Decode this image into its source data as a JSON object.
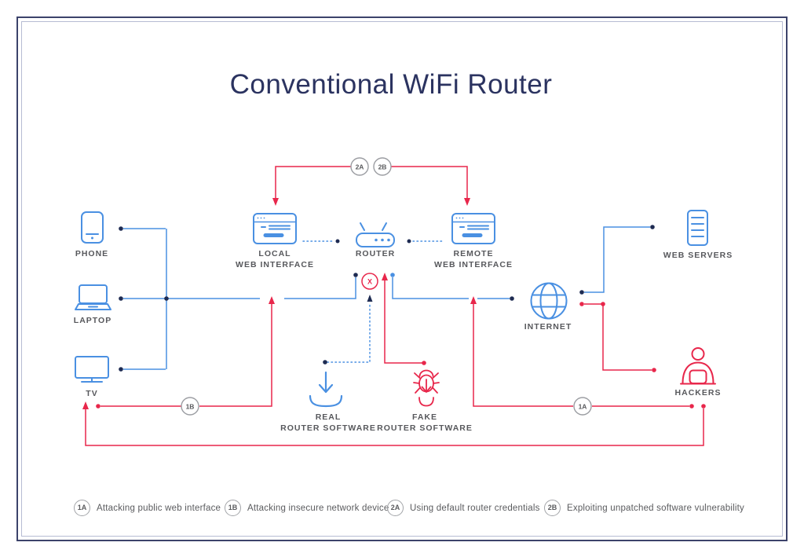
{
  "title": "Conventional WiFi Router",
  "colors": {
    "device_blue": "#4a90e2",
    "attack_red": "#e8274b",
    "dot_navy": "#1e2b52",
    "label_gray": "#57585c",
    "title_navy": "#2b3360",
    "border_navy": "#3c436b"
  },
  "nodes": {
    "phone": {
      "label": "PHONE"
    },
    "laptop": {
      "label": "LAPTOP"
    },
    "tv": {
      "label": "TV"
    },
    "local_web_interface": {
      "label": "LOCAL\nWEB INTERFACE"
    },
    "router": {
      "label": "ROUTER"
    },
    "remote_web_interface": {
      "label": "REMOTE\nWEB INTERFACE"
    },
    "internet": {
      "label": "INTERNET"
    },
    "web_servers": {
      "label": "WEB SERVERS"
    },
    "hackers": {
      "label": "HACKERS"
    },
    "real_router_software": {
      "label": "REAL\nROUTER SOFTWARE"
    },
    "fake_router_software": {
      "label": "FAKE\nROUTER SOFTWARE"
    }
  },
  "markers": {
    "attack_2a": "2A",
    "attack_2b": "2B",
    "attack_1a": "1A",
    "attack_1b": "1B",
    "blocked": "X"
  },
  "legend": [
    {
      "badge": "1A",
      "text": "Attacking public web interface"
    },
    {
      "badge": "1B",
      "text": "Attacking insecure network device"
    },
    {
      "badge": "2A",
      "text": "Using default router credentials"
    },
    {
      "badge": "2B",
      "text": "Exploiting unpatched software vulnerability"
    }
  ]
}
